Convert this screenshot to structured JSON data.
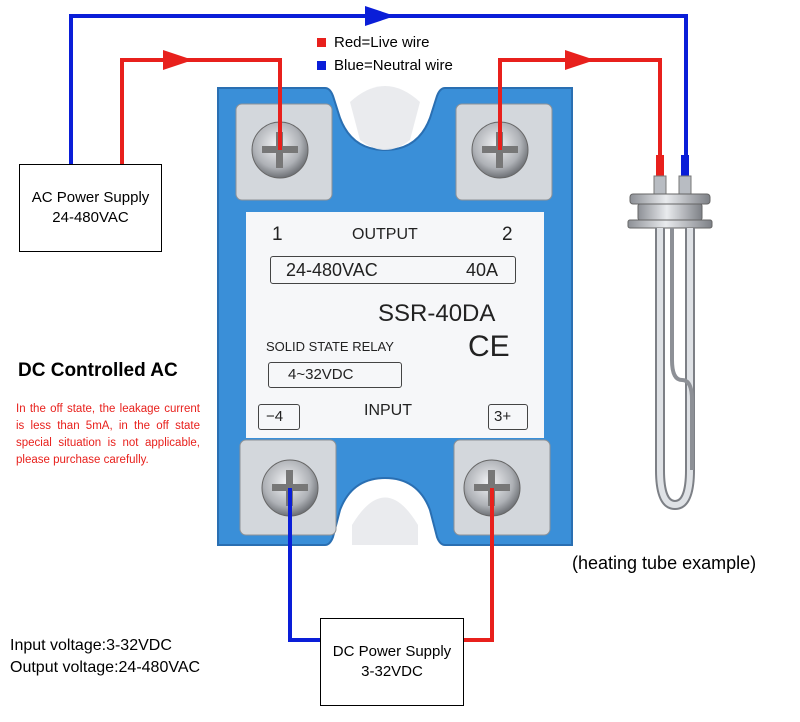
{
  "legend": {
    "red_label": "Red=Live wire",
    "blue_label": "Blue=Neutral wire",
    "red_color": "#e8201c",
    "blue_color": "#0a1ed8"
  },
  "ac_supply": {
    "line1": "AC Power Supply",
    "line2": "24-480VAC"
  },
  "dc_supply": {
    "line1": "DC Power Supply",
    "line2": "3-32VDC"
  },
  "relay": {
    "terminal_1": "1",
    "output_label": "OUTPUT",
    "terminal_2": "2",
    "output_voltage": "24-480VAC",
    "output_current": "40A",
    "model": "SSR-40DA",
    "type": "SOLID STATE RELAY",
    "ce_mark": "CE",
    "input_voltage": "4~32VDC",
    "input_minus": "−4",
    "input_label": "INPUT",
    "input_plus": "3+",
    "body_color": "#3a8fd8",
    "label_color": "#f6f7f9"
  },
  "heading": "DC Controlled AC",
  "note": "In the off state, the leakage current is less than 5mA, in the off state special situation is not applicable, please purchase carefully.",
  "specs": {
    "input": "Input voltage:3-32VDC",
    "output": "Output voltage:24-480VAC"
  },
  "heating_caption": "(heating tube example)"
}
